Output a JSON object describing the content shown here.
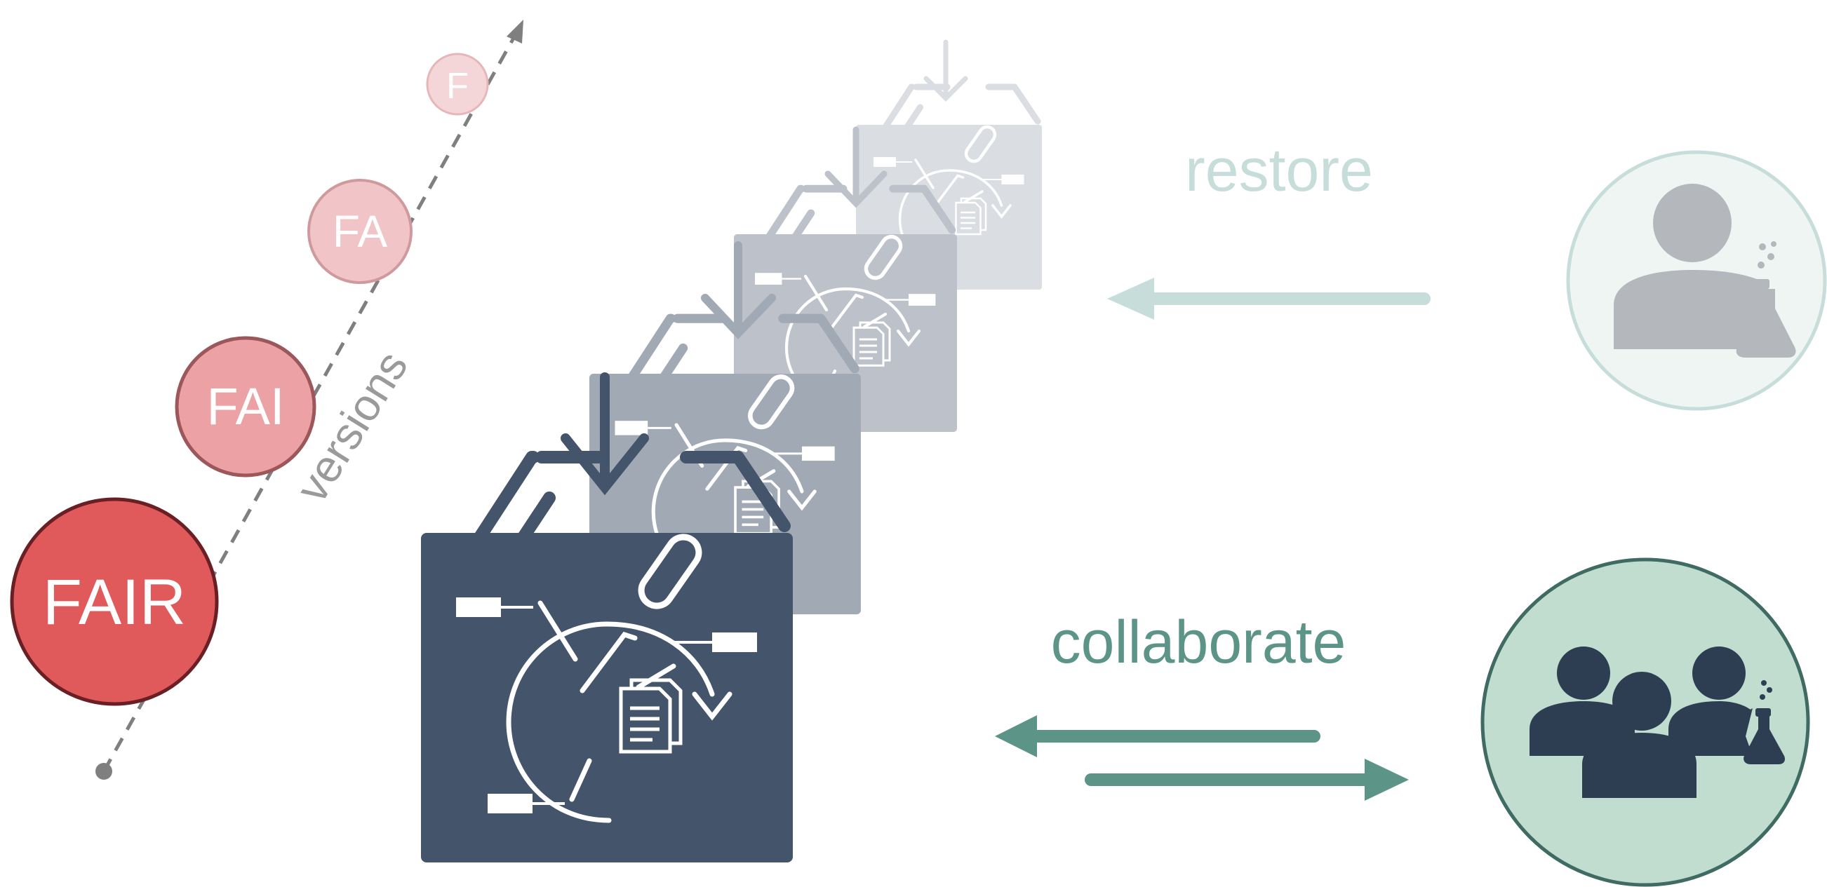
{
  "fair_levels": [
    {
      "label": "F",
      "fill": "#f4d6d8",
      "stroke": "#e6b6b9",
      "text_color": "#ffffff"
    },
    {
      "label": "FA",
      "fill": "#f1c5c8",
      "stroke": "#cf9a9e",
      "text_color": "#ffffff"
    },
    {
      "label": "FAI",
      "fill": "#eca1a4",
      "stroke": "#9b5759",
      "text_color": "#ffffff"
    },
    {
      "label": "FAIR",
      "fill": "#e05a5c",
      "stroke": "#6a1f24",
      "text_color": "#ffffff"
    }
  ],
  "versions_label": "versions",
  "restore_label": "restore",
  "collaborate_label": "collaborate",
  "colors": {
    "box_front": "#44546a",
    "box_2": "#a1a9b5",
    "box_3": "#bcc1ca",
    "box_4": "#dadde2",
    "restore": "#c7ddda",
    "collaborate": "#5c9487",
    "versions_line": "#7f7f7f",
    "single_user_fill": "#eff5f3",
    "single_user_stroke": "#c7ddda",
    "single_user_icon": "#b4b8bd",
    "team_fill": "#c0ddd0",
    "team_stroke": "#3f6b62",
    "team_icon": "#2e3e52"
  }
}
